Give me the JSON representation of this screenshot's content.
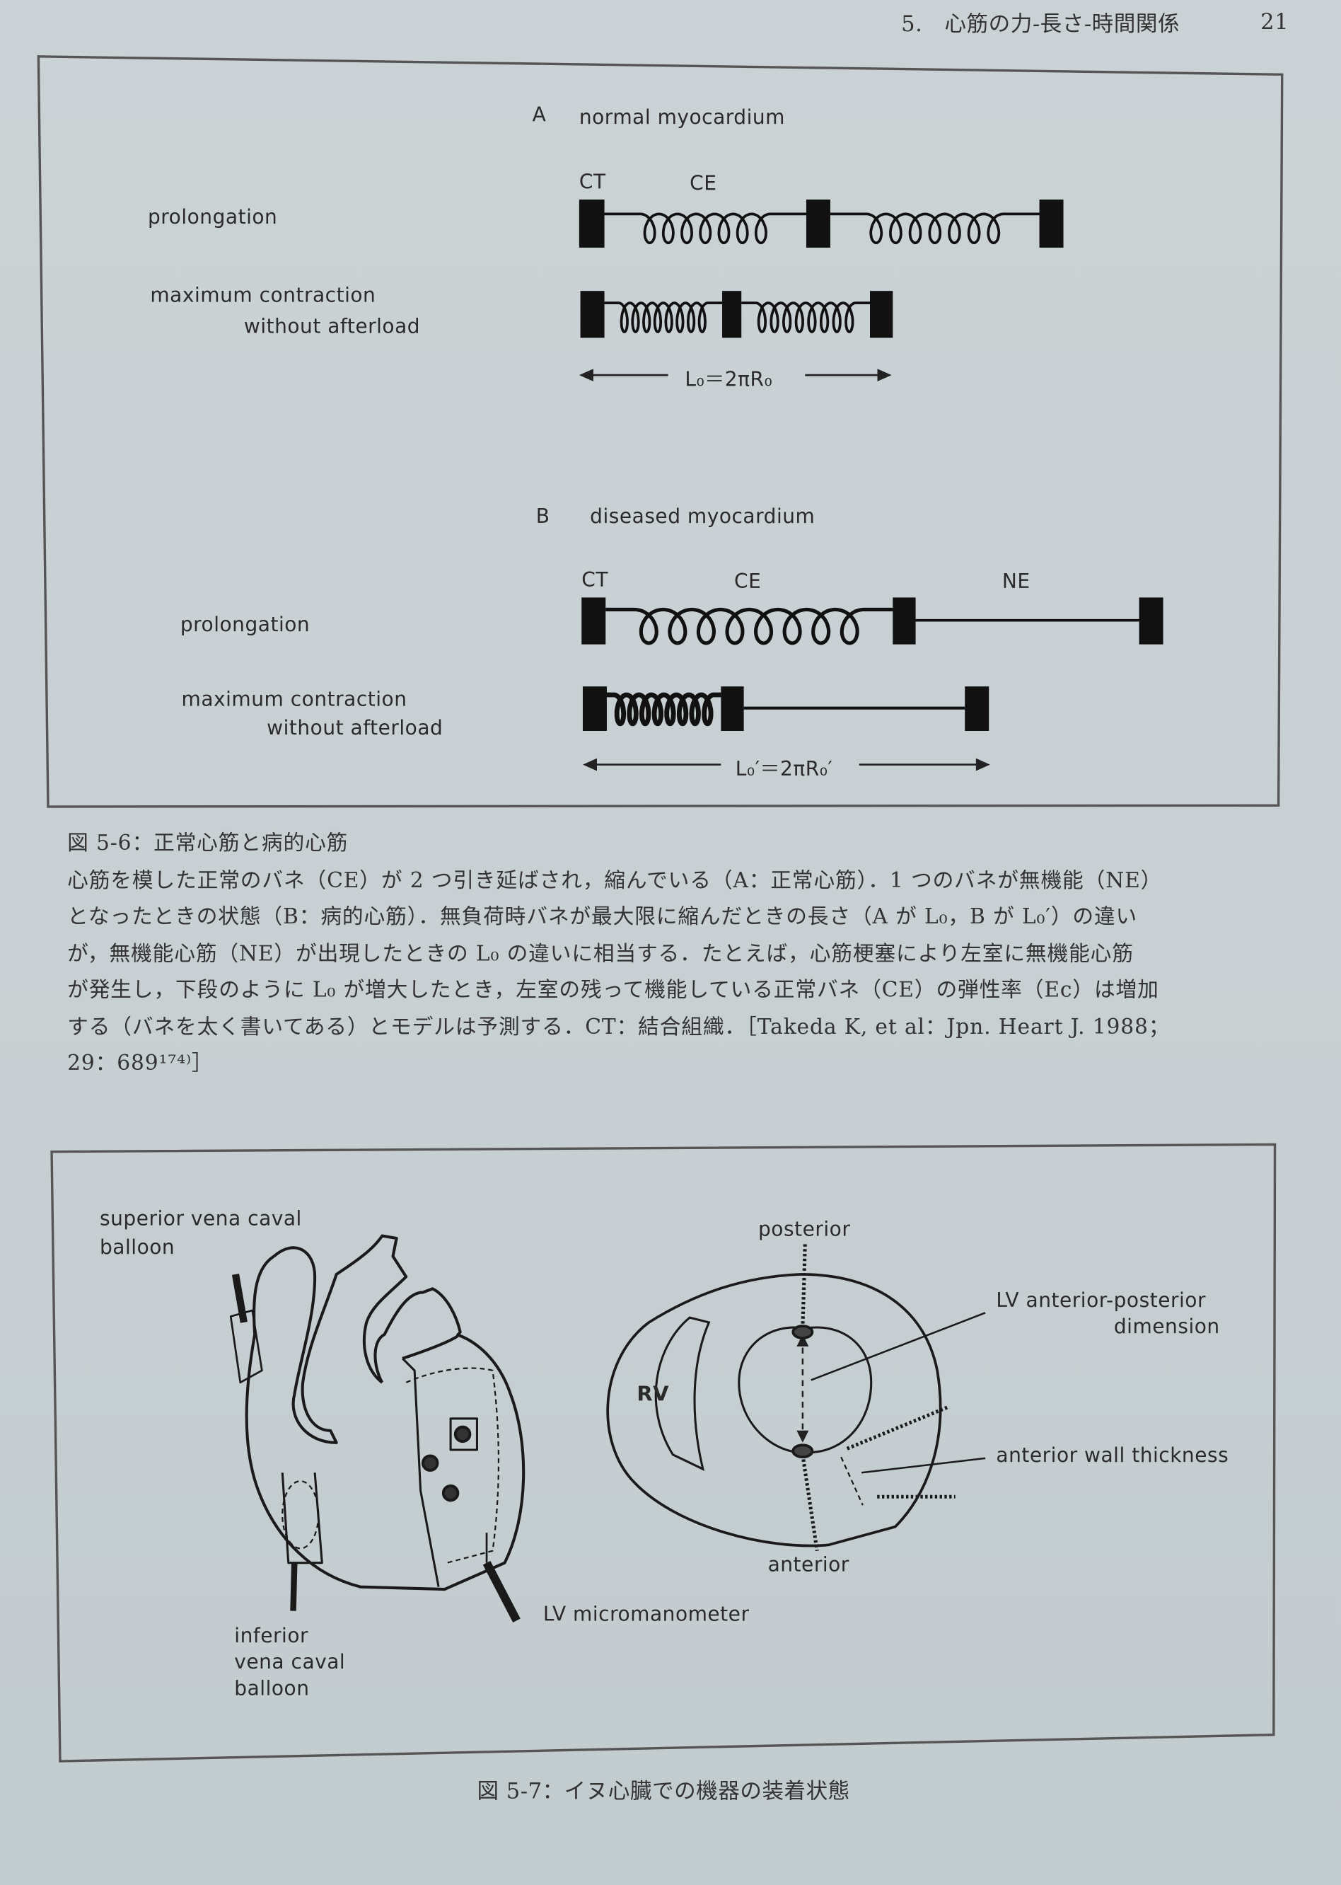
{
  "header": {
    "chapter": "5.　心筋の力-長さ-時間関係",
    "page_number": "21"
  },
  "figure_5_6": {
    "panel_a": {
      "letter": "A",
      "title": "normal myocardium",
      "ct": "CT",
      "ce": "CE",
      "prolongation": "prolongation",
      "max_contraction": "maximum contraction",
      "without_afterload": "without afterload",
      "length_formula": "L₀＝2πR₀"
    },
    "panel_b": {
      "letter": "B",
      "title": "diseased myocardium",
      "ct": "CT",
      "ce": "CE",
      "ne": "NE",
      "prolongation": "prolongation",
      "max_contraction": "maximum contraction",
      "without_afterload": "without afterload",
      "length_formula": "L₀′＝2πR₀′"
    },
    "caption_title": "図 5-6：正常心筋と病的心筋",
    "caption_lines": [
      "心筋を模した正常のバネ（CE）が 2 つ引き延ばされ，縮んでいる（A：正常心筋）．1 つのバネが無機能（NE）",
      "となったときの状態（B：病的心筋）．無負荷時バネが最大限に縮んだときの長さ（A が L₀，B が L₀′）の違い",
      "が，無機能心筋（NE）が出現したときの L₀ の違いに相当する．たとえば，心筋梗塞により左室に無機能心筋",
      "が発生し，下段のように L₀ が増大したとき，左室の残って機能している正常バネ（CE）の弾性率（Ec）は増加",
      "する（バネを太く書いてある）とモデルは予測する．CT：結合組織．［Takeda K, et al：Jpn. Heart J. 1988；",
      "29：689¹⁷⁴⁾］"
    ]
  },
  "figure_5_7": {
    "superior_1": "superior vena caval",
    "superior_2": "balloon",
    "inferior_1": "inferior",
    "inferior_2": "vena caval",
    "inferior_3": "balloon",
    "lv_micromanometer": "LV micromanometer",
    "posterior": "posterior",
    "anterior": "anterior",
    "rv": "RV",
    "lv_ap_1": "LV anterior-posterior",
    "lv_ap_2": "dimension",
    "anterior_wall": "anterior wall thickness",
    "caption_title": "図 5-7：イヌ心臓での機器の装着状態"
  }
}
